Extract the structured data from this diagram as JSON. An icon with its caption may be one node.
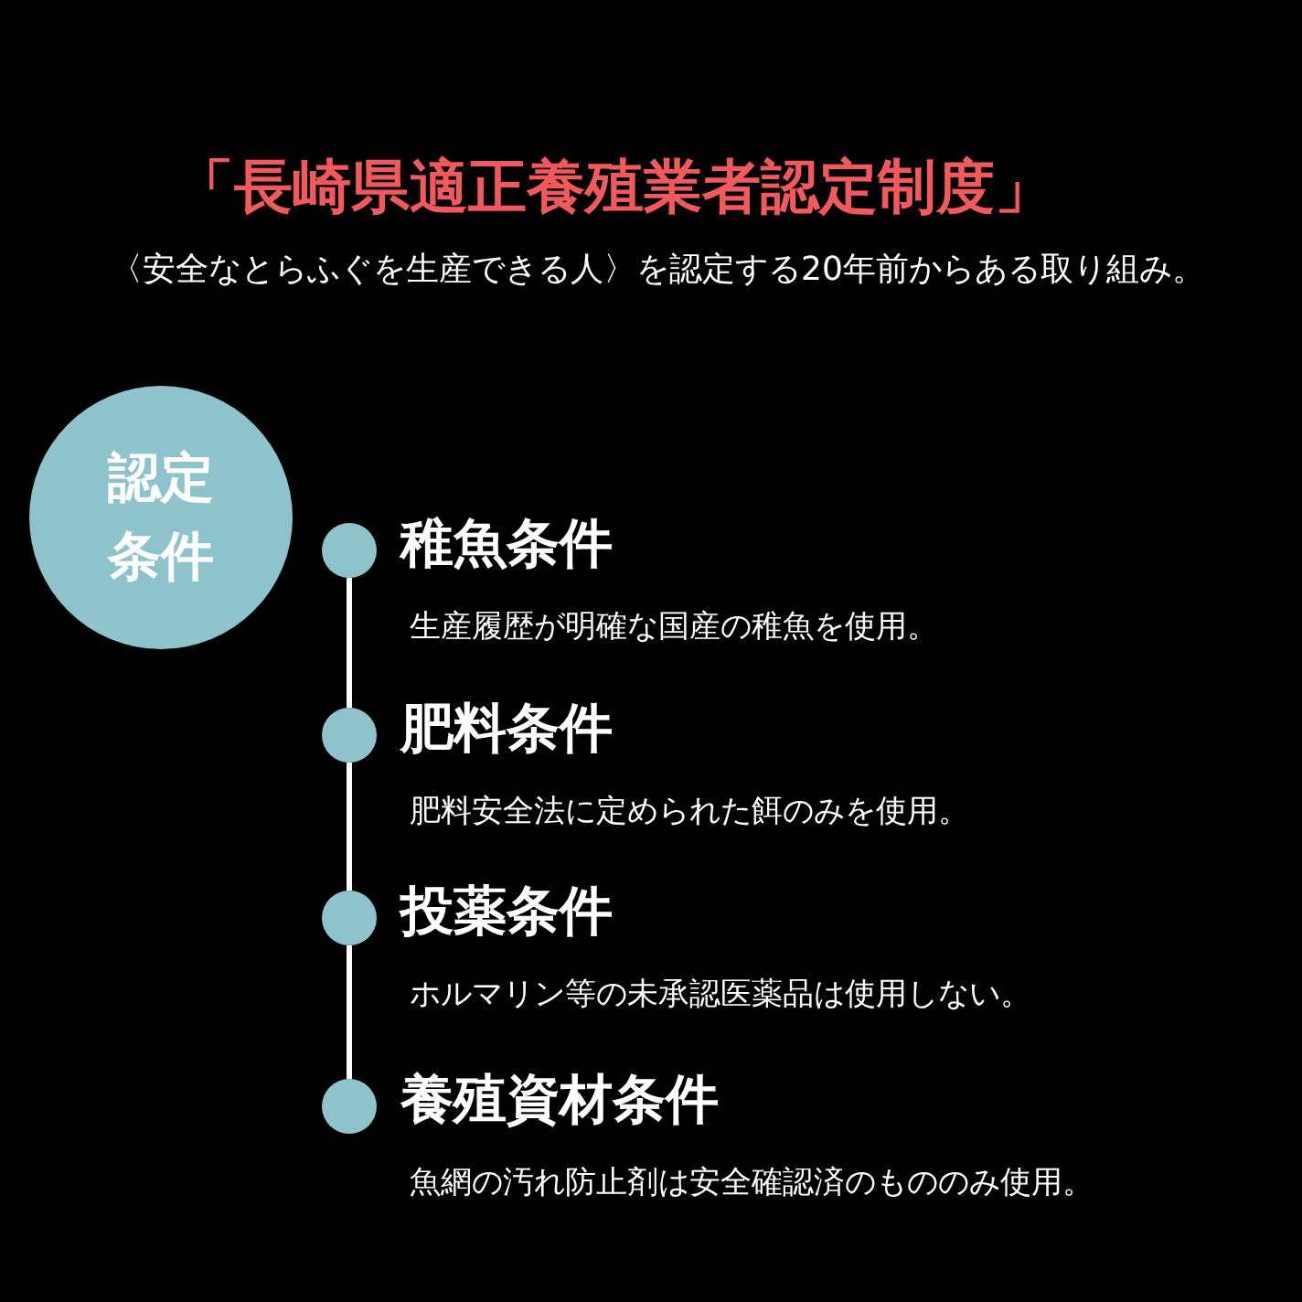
{
  "diagram": {
    "title": "「長崎県適正養殖業者認定制度」",
    "nodes": [
      {
        "text": [
          "認定条件"
        ]
      },
      {
        "text": [],
        "shape": "circle",
        "beside": [
          "稚魚条件",
          "生産履歴が明確な国産の稚魚を使用。"
        ]
      },
      {
        "text": [],
        "shape": "circle",
        "beside": [
          "肥料条件",
          "肥料安全法に定められた餌のみを使用。"
        ]
      },
      {
        "text": [],
        "shape": "circle",
        "beside": [
          "投薬条件",
          "ホルマリン等の未承認医薬品は使用しない。"
        ]
      },
      {
        "text": [],
        "shape": "circle",
        "beside": [
          "養殖資材条件",
          "魚網の汚れ防止剤は安全確認済のもののみ使用。"
        ]
      }
    ],
    "edges": [
      {
        "from": 1,
        "to": 2,
        "arrow": "none"
      },
      {
        "from": 2,
        "to": 3,
        "arrow": "none"
      },
      {
        "from": 3,
        "to": 4,
        "arrow": "none"
      }
    ],
    "labels": [
      "〈安全なとらふぐを生産できる人〉を認定する20年前からある取り組み。"
    ]
  }
}
